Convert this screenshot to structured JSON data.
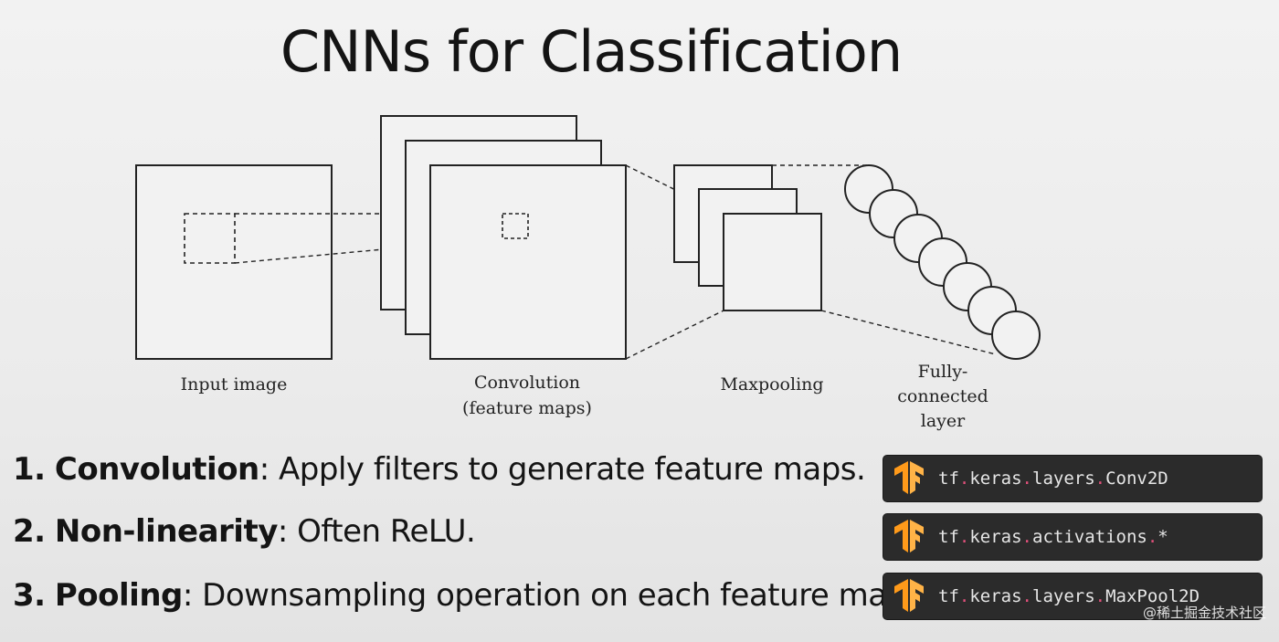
{
  "slide": {
    "title": "CNNs for Classification"
  },
  "diagram": {
    "labels": {
      "input": "Input image",
      "convolution_line1": "Convolution",
      "convolution_line2": "(feature maps)",
      "maxpooling": "Maxpooling",
      "fc_line1": "Fully-",
      "fc_line2": "connected",
      "fc_line3": "layer"
    },
    "feature_map_count": 3,
    "pooled_map_count": 3,
    "fc_neuron_count": 7
  },
  "points": [
    {
      "number": "1.",
      "term": "Convolution",
      "text": ": Apply filters to generate feature maps."
    },
    {
      "number": "2.",
      "term": "Non-linearity",
      "text": ": Often ReLU."
    },
    {
      "number": "3.",
      "term": "Pooling",
      "text": ": Downsampling operation on each feature map."
    }
  ],
  "code": [
    {
      "parts": [
        "tf",
        "keras",
        "layers",
        "Conv2D"
      ],
      "icon": "tensorflow-logo-icon"
    },
    {
      "parts": [
        "tf",
        "keras",
        "activations",
        "*"
      ],
      "icon": "tensorflow-logo-icon"
    },
    {
      "parts": [
        "tf",
        "keras",
        "layers",
        "MaxPool2D"
      ],
      "icon": "tensorflow-logo-icon"
    }
  ],
  "colors": {
    "code_bg": "#2b2b2b",
    "code_dot": "#e0507a",
    "tf_orange": "#ff9a1a"
  },
  "watermark": "@稀土掘金技术社区"
}
